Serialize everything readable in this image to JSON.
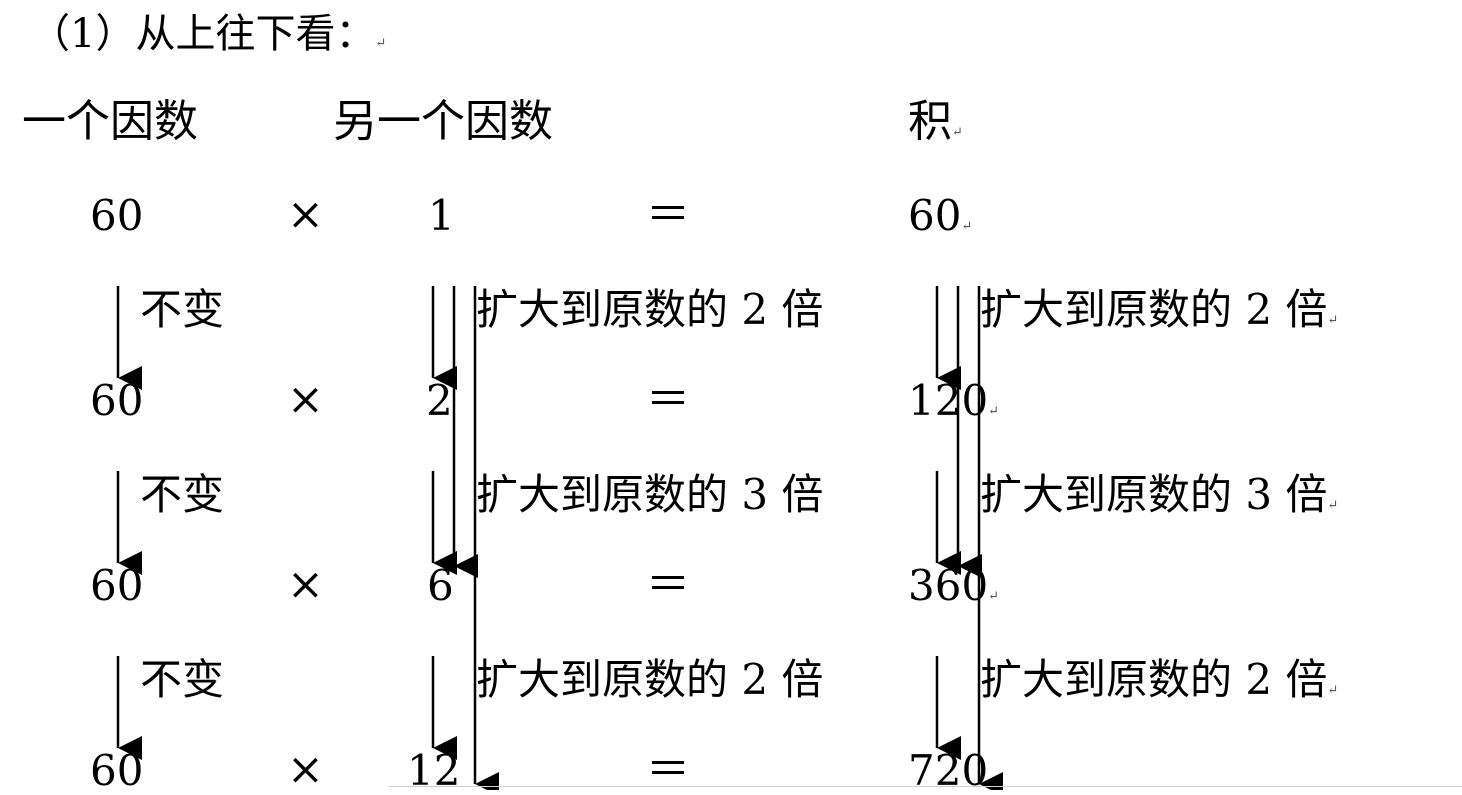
{
  "title": "（1）从上往下看：",
  "paragraph_mark": "↵",
  "headers": {
    "factor": "一个因数",
    "other_factor": "另一个因数",
    "product": "积"
  },
  "operators": {
    "times": "×",
    "equals": "＝"
  },
  "rows": [
    {
      "factor": "60",
      "other": "1",
      "product": "60"
    },
    {
      "factor": "60",
      "other": "2",
      "product": "120"
    },
    {
      "factor": "60",
      "other": "6",
      "product": "360"
    },
    {
      "factor": "60",
      "other": "12",
      "product": "720"
    }
  ],
  "changes": [
    {
      "factor": "不变",
      "other": "扩大到原数的 2 倍",
      "product": "扩大到原数的 2 倍"
    },
    {
      "factor": "不变",
      "other": "扩大到原数的 3 倍",
      "product": "扩大到原数的 3 倍"
    },
    {
      "factor": "不变",
      "other": "扩大到原数的 2 倍",
      "product": "扩大到原数的 2 倍"
    }
  ]
}
